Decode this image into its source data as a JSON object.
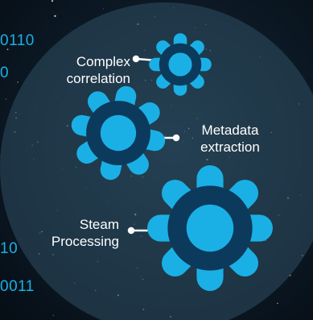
{
  "binary_lines": [
    "0110",
    "0",
    "10",
    "0011"
  ],
  "labels": {
    "gear1": [
      "Complex",
      "correlation"
    ],
    "gear2": [
      "Metadata",
      "extraction"
    ],
    "gear3": [
      "Steam",
      "Processing"
    ]
  },
  "colors": {
    "background": "#0c1a26",
    "circle": "#2f4e63",
    "gear_petal": "#1ab0e6",
    "gear_ring": "#0b3a5c",
    "gear_center": "#1ab0e6",
    "text": "#ffffff"
  },
  "icons": [
    "gear-icon",
    "gear-icon",
    "gear-icon"
  ]
}
